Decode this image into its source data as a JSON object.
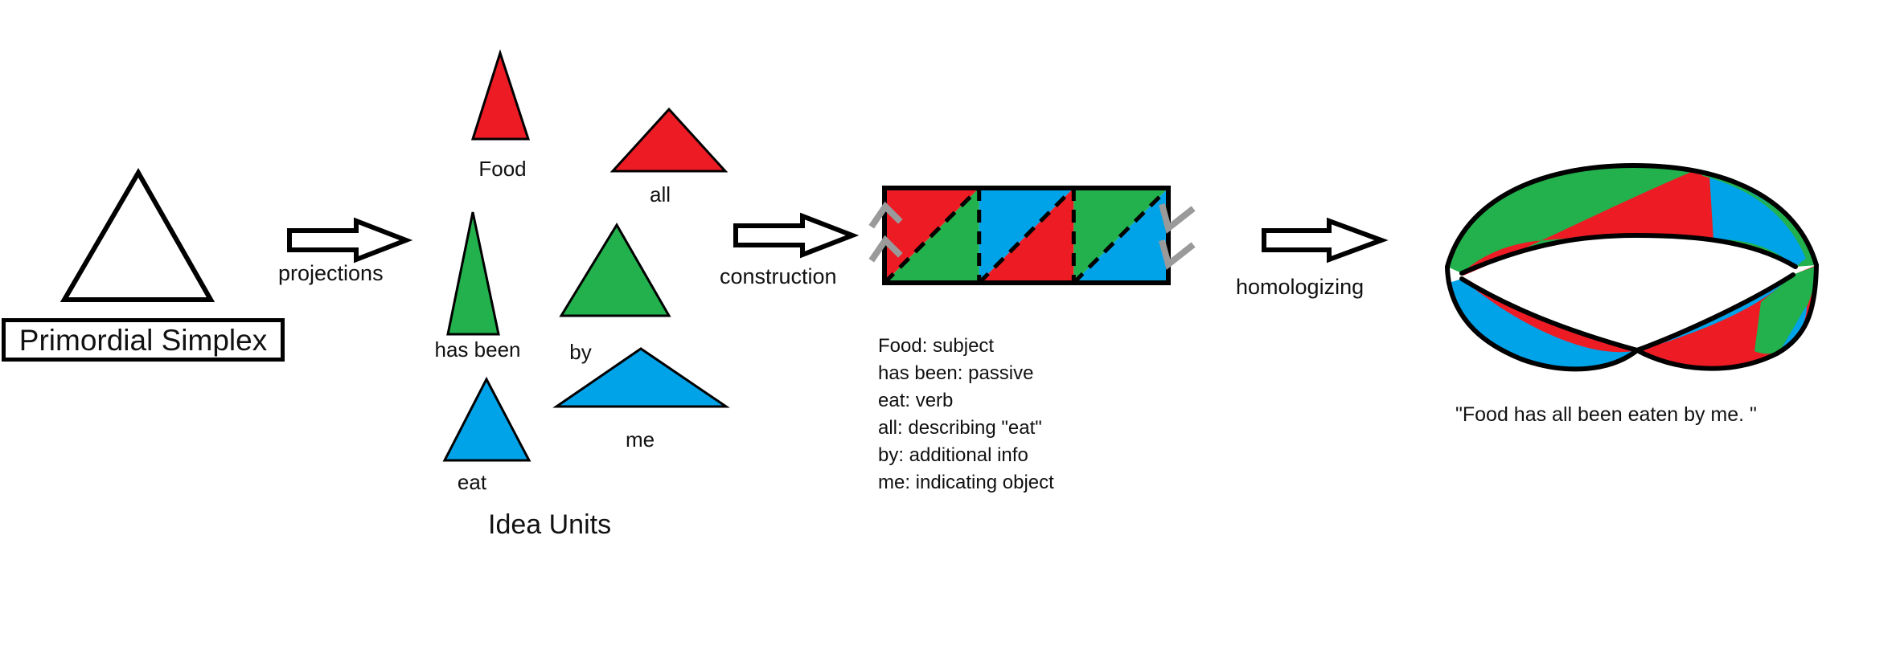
{
  "stages": {
    "primordial": {
      "label": "Primordial Simplex"
    },
    "arrow1": {
      "label": "projections"
    },
    "idea_units": {
      "title": "Idea Units",
      "units": [
        {
          "label": "Food",
          "color": "#ED1C24"
        },
        {
          "label": "all",
          "color": "#ED1C24"
        },
        {
          "label": "has been",
          "color": "#22B14C"
        },
        {
          "label": "by",
          "color": "#22B14C"
        },
        {
          "label": "eat",
          "color": "#00A2E8"
        },
        {
          "label": "me",
          "color": "#00A2E8"
        }
      ]
    },
    "arrow2": {
      "label": "construction"
    },
    "construction": {
      "glosses": [
        "Food: subject",
        "has been: passive",
        "eat: verb",
        "all: describing \"eat\"",
        "by: additional info",
        "me: indicating object"
      ]
    },
    "arrow3": {
      "label": "homologizing"
    },
    "result": {
      "quote": "\"Food has all been eaten by me. \""
    }
  },
  "colors": {
    "red": "#ED1C24",
    "green": "#22B14C",
    "blue": "#00A2E8",
    "outline": "#000000",
    "chevron_gray": "#9a9a9a"
  }
}
